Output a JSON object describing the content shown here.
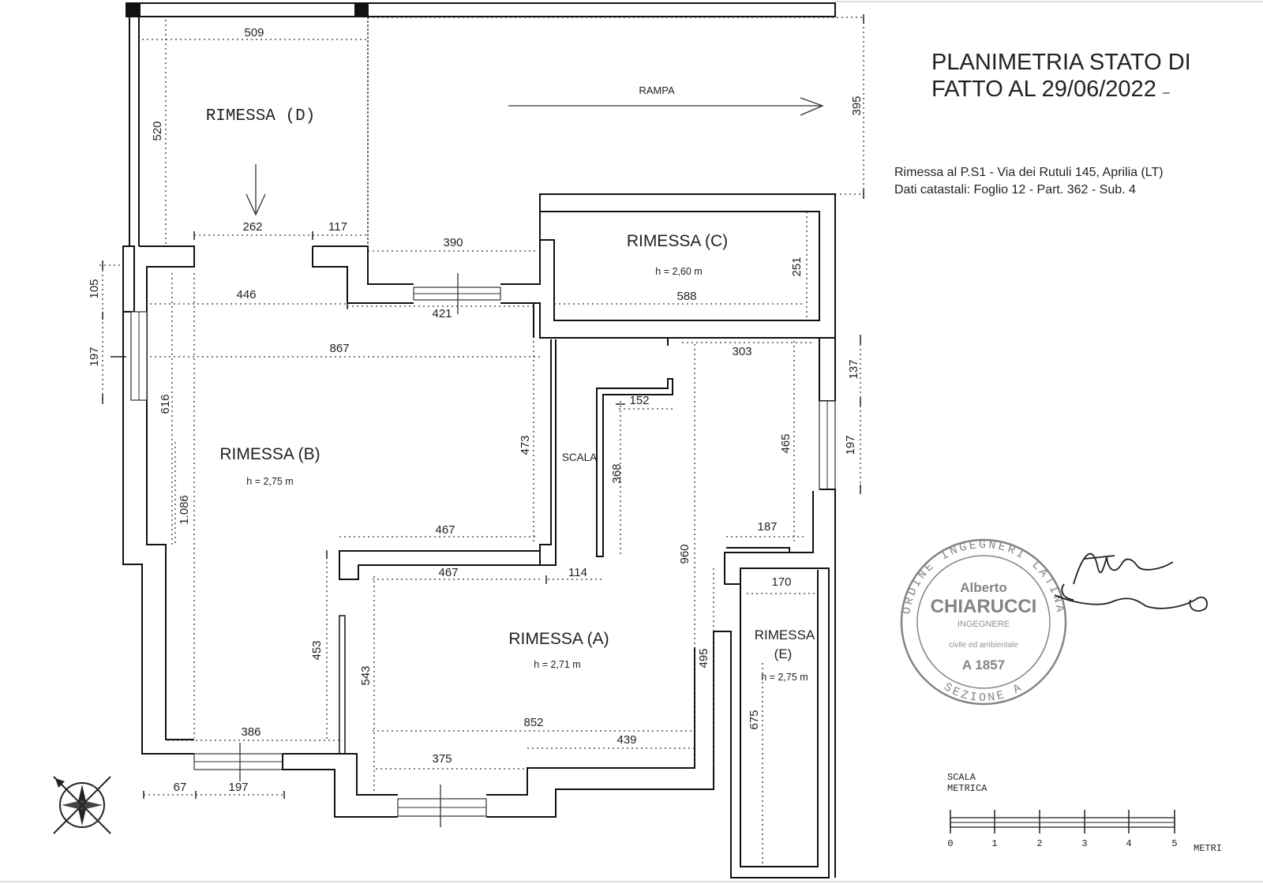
{
  "title": {
    "line1": "PLANIMETRIA STATO DI",
    "line2": "FATTO AL 29/06/2022"
  },
  "address": {
    "line1": "Rimessa al  P.S1 - Via dei Rutuli 145, Aprilia (LT)",
    "line2": "Dati catastali: Foglio 12 - Part. 362 - Sub. 4"
  },
  "rooms": {
    "a": {
      "name": "RIMESSA (A)",
      "height": "h = 2,71 m"
    },
    "b": {
      "name": "RIMESSA (B)",
      "height": "h = 2,75 m"
    },
    "c": {
      "name": "RIMESSA (C)",
      "height": "h = 2,60 m"
    },
    "d": {
      "name": "RIMESSA (D)"
    },
    "e": {
      "name_line1": "RIMESSA",
      "name_line2": "(E)",
      "height": "h = 2,75 m"
    }
  },
  "labels": {
    "rampa": "RAMPA",
    "scala": "SCALA"
  },
  "dimensions": {
    "d509": "509",
    "d520": "520",
    "d395": "395",
    "d262": "262",
    "d117": "117",
    "d390": "390",
    "d105": "105",
    "d446": "446",
    "d421": "421",
    "d251": "251",
    "d588": "588",
    "d197_left": "197",
    "d867": "867",
    "d303": "303",
    "d137": "137",
    "d616": "616",
    "d152": "152",
    "d473": "473",
    "d368": "368",
    "d465": "465",
    "d197_right": "197",
    "d1086": "1.086",
    "d467_top": "467",
    "d187": "187",
    "d960": "960",
    "d467_bottom": "467",
    "d114": "114",
    "d170": "170",
    "d453": "453",
    "d543": "543",
    "d495": "495",
    "d852": "852",
    "d675": "675",
    "d439": "439",
    "d386": "386",
    "d375": "375",
    "d67": "67",
    "d197_bottom": "197"
  },
  "stamp": {
    "ring_top": "ORDINE INGEGNERI LATINA",
    "ring_bottom": "SEZIONE A",
    "name_first": "Alberto",
    "name_last": "CHIARUCCI",
    "profession": "INGEGNERE",
    "field": "civile ed ambientale",
    "number": "A 1857"
  },
  "scale_bar": {
    "label_line1": "SCALA",
    "label_line2": "METRICA",
    "ticks": [
      "0",
      "1",
      "2",
      "3",
      "4",
      "5"
    ],
    "unit": "METRI"
  },
  "icons": {
    "compass": "compass-rose-icon",
    "signature": "signature-icon"
  }
}
